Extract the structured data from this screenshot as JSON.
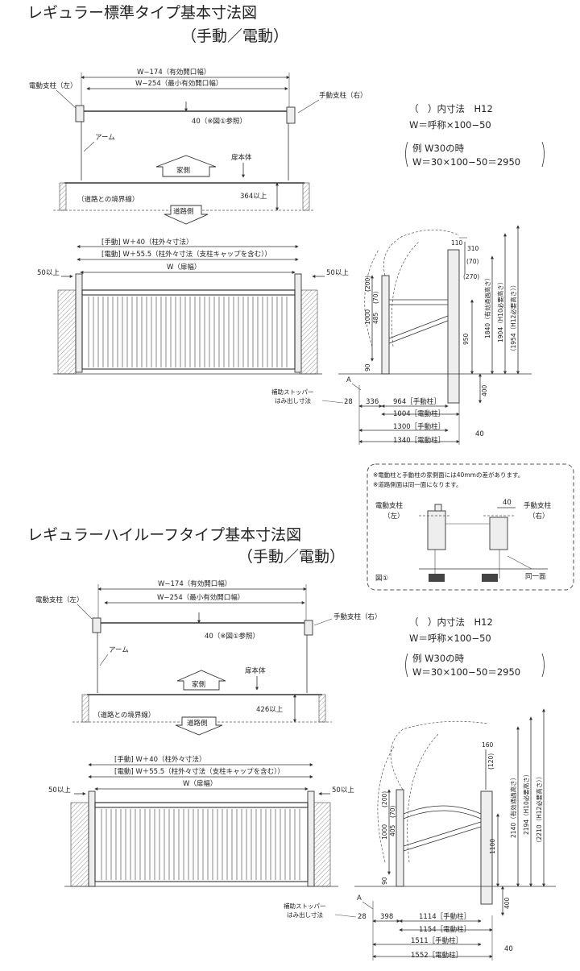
{
  "standard": {
    "title": "レギュラー標準タイプ基本寸法図",
    "subtitle": "（手動／電動）",
    "plan": {
      "dim_effective": "W−174（有効開口幅）",
      "dim_min_effective": "W−254（最小有効開口幅）",
      "label_left_post": "電動支柱（左）",
      "label_right_post": "手動支柱（右）",
      "label_40": "40（※図①参照）",
      "label_arm": "アーム",
      "label_body": "扉本体",
      "label_house": "家側",
      "label_depth": "364以上",
      "label_boundary": "（道路との境界線）",
      "label_road": "道路側"
    },
    "notes": {
      "line1": "（　）内寸法　H12",
      "line2": "W＝呼称×100−50",
      "line3": "例 W30の時",
      "line4": "W＝30×100−50＝2950"
    },
    "elevation": {
      "dim_manual": "[手動] W＋40（柱外々寸法）",
      "dim_electric": "[電動] W＋55.5（柱外々寸法（支柱キャップを含む））",
      "dim_w": "W（扉幅）",
      "dim_left": "50以上",
      "dim_right": "50以上"
    },
    "side": {
      "d110": "110",
      "d310": "310",
      "d70": "(70)",
      "d270": "(270)",
      "d200": "(200)",
      "d70b": "(70)",
      "d1000": "1000",
      "d485": "485",
      "d950": "950",
      "d90": "90",
      "d400": "400",
      "d1840": "1840（有効通過高さ）",
      "d1904": "1904（H10必要高さ）",
      "d1954": "（1954（H12必要高さ））",
      "label_a": "A",
      "label_stopper1": "補助ストッパー",
      "label_stopper2": "はみ出し寸法",
      "d28": "28",
      "d336": "336",
      "d964": "964［手動柱］",
      "d1004": "1004［電動柱］",
      "d1300": "1300［手動柱］",
      "d1340": "1340［電動柱］",
      "d40": "40"
    }
  },
  "detail": {
    "note1": "※電動柱と手動柱の家側面には40mmの差があります。",
    "note2": "※道路側面は同一面になります。",
    "label_left": "電動支柱",
    "label_left2": "（左）",
    "label_right": "手動支柱",
    "label_right2": "（右）",
    "d40": "40",
    "label_fig": "図①",
    "label_same": "同一面"
  },
  "highroof": {
    "title": "レギュラーハイルーフタイプ基本寸法図",
    "subtitle": "（手動／電動）",
    "plan": {
      "dim_effective": "W−174（有効開口幅）",
      "dim_min_effective": "W−254（最小有効開口幅）",
      "label_left_post": "電動支柱（左）",
      "label_right_post": "手動支柱（右）",
      "label_40": "40（※図①参照）",
      "label_arm": "アーム",
      "label_body": "扉本体",
      "label_house": "家側",
      "label_depth": "426以上",
      "label_boundary": "（道路との境界線）",
      "label_road": "道路側"
    },
    "notes": {
      "line1": "（　）内寸法　H12",
      "line2": "W＝呼称×100−50",
      "line3": "例 W30の時",
      "line4": "W＝30×100−50＝2950"
    },
    "elevation": {
      "dim_manual": "[手動] W＋40（柱外々寸法）",
      "dim_electric": "[電動] W＋55.5（柱外々寸法（支柱キャップを含む））",
      "dim_w": "W（扉幅）",
      "dim_left": "50以上",
      "dim_right": "50以上"
    },
    "side": {
      "d160": "160",
      "d120": "(120)",
      "d200": "(200)",
      "d70": "(70)",
      "d1000": "1000",
      "d405": "405",
      "d1100": "1100",
      "d90": "90",
      "d400": "400",
      "d2140": "2140（有効通過高さ）",
      "d2194": "2194（H10必要高さ）",
      "d2210": "（2210（H12必要高さ））",
      "label_a": "A",
      "label_stopper1": "補助ストッパー",
      "label_stopper2": "はみ出し寸法",
      "d28": "28",
      "d398": "398",
      "d1114": "1114［手動柱］",
      "d1154": "1154［電動柱］",
      "d1511": "1511［手動柱］",
      "d1552": "1552［電動柱］",
      "d40": "40"
    }
  }
}
